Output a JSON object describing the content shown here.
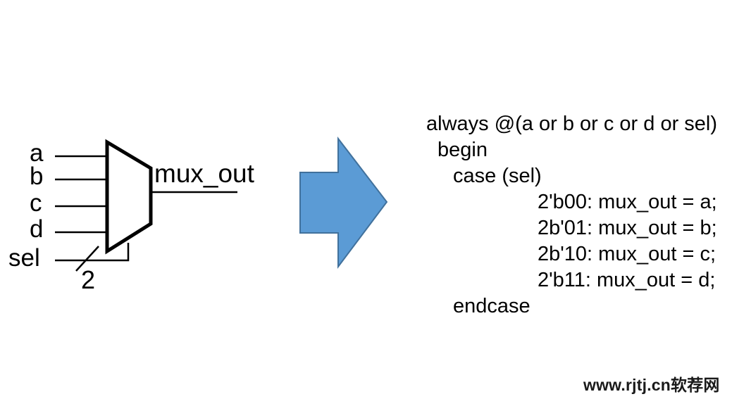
{
  "diagram": {
    "title": "4-to-1 multiplexer schematic and Verilog case statement",
    "mux": {
      "shape": "trapezoid",
      "inputs": [
        {
          "name": "input-a",
          "label": "a"
        },
        {
          "name": "input-b",
          "label": "b"
        },
        {
          "name": "input-c",
          "label": "c"
        },
        {
          "name": "input-d",
          "label": "d"
        }
      ],
      "select": {
        "label": "sel",
        "bus_width": "2"
      },
      "output": {
        "label": "mux_out"
      }
    },
    "arrow": {
      "direction": "right",
      "fill_color": "#5B9BD5",
      "stroke_color": "#41719C"
    }
  },
  "code": {
    "language": "verilog",
    "lines": [
      {
        "indent": 0,
        "text": "always @(a or b or c or d or sel)"
      },
      {
        "indent": 1,
        "text": "begin"
      },
      {
        "indent": 2,
        "text": "case (sel)"
      },
      {
        "indent": 3,
        "text": "2'b00: mux_out = a;"
      },
      {
        "indent": 3,
        "text": "2b'01: mux_out = b;"
      },
      {
        "indent": 3,
        "text": "2b'10: mux_out = c;"
      },
      {
        "indent": 3,
        "text": "2'b11: mux_out = d;"
      },
      {
        "indent": 2,
        "text": "endcase"
      }
    ]
  },
  "watermark": {
    "text": "www.rjtj.cn软荐网"
  }
}
